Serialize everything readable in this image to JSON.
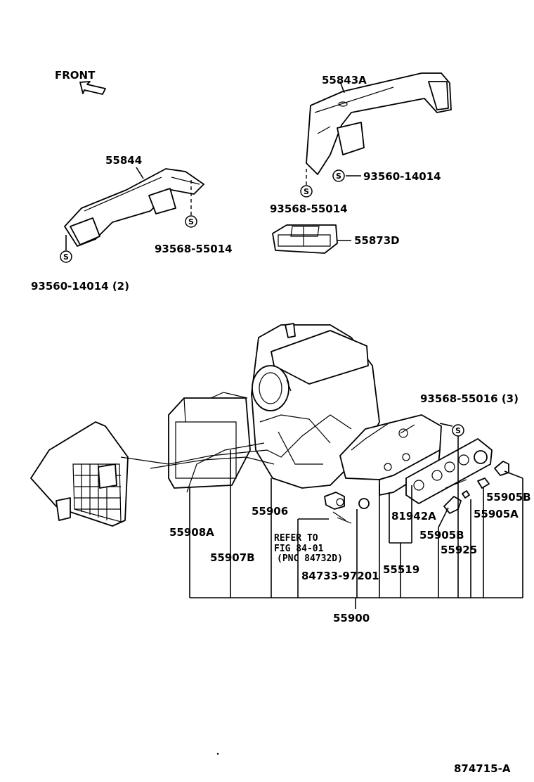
{
  "front_label": "FRONT",
  "screw_symbol": "S",
  "parts": {
    "p55843A": "55843A",
    "p55844": "55844",
    "p93560_14014_a": "93560-14014",
    "p93568_55014_a": "93568-55014",
    "p55873D": "55873D",
    "p93568_55014_b": "93568-55014",
    "p93560_14014_2": "93560-14014 (2)",
    "p93568_55016_3": "93568-55016 (3)",
    "p55906": "55906",
    "p55908A": "55908A",
    "p55907B": "55907B",
    "p84733_97201": "84733-97201",
    "p55519": "55519",
    "p81942A": "81942A",
    "p55905B_a": "55905B",
    "p55905A": "55905A",
    "p55905B_b": "55905B",
    "p55925": "55925",
    "p55900": "55900"
  },
  "refer_note": {
    "line1": "REFER TO",
    "line2": "FIG 84-01",
    "line3": "(PNC 84732D)"
  },
  "figure_id": "874715-A",
  "icons": [
    "front-arrow-icon",
    "screw-symbol-icon"
  ]
}
